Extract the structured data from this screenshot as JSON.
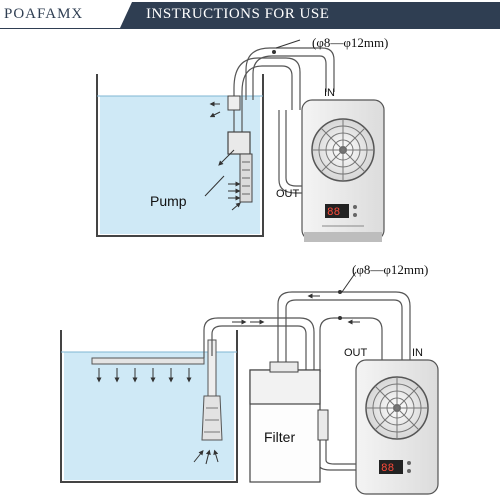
{
  "header": {
    "brand": "POAFAMX",
    "title": "INSTRUCTIONS FOR USE"
  },
  "diagram_top": {
    "pipe_size": "(φ8—φ12mm)",
    "in_label": "IN",
    "out_label": "OUT",
    "pump_label": "Pump",
    "display_value": "88"
  },
  "diagram_bottom": {
    "pipe_size": "(φ8—φ12mm)",
    "in_label": "IN",
    "out_label": "OUT",
    "filter_label": "Filter",
    "display_value": "88"
  },
  "colors": {
    "water": "#cfe9f6",
    "header_band": "#2f3e52",
    "outline": "#333333",
    "chiller_body": "#e6e6e6"
  }
}
